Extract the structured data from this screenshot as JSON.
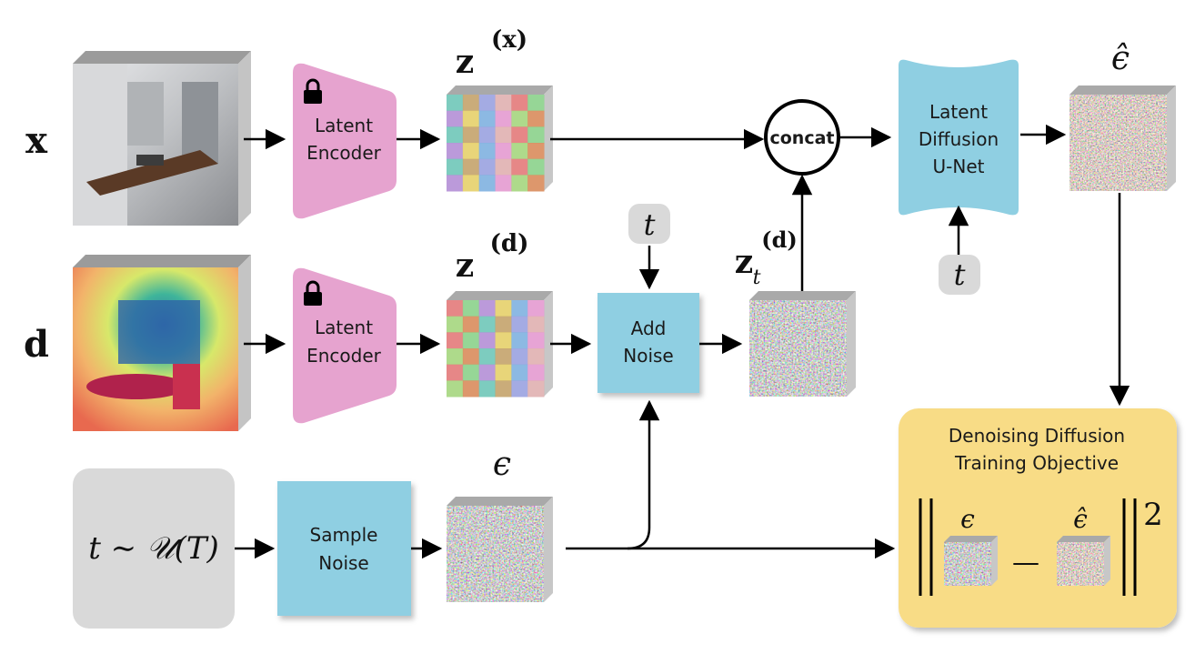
{
  "inputs": {
    "x_symbol": "x",
    "d_symbol": "d"
  },
  "encoder": {
    "line1": "Latent",
    "line2": "Encoder"
  },
  "latents": {
    "zx_base": "z",
    "zx_sup": "(x)",
    "zd_base": "z",
    "zd_sup": "(d)",
    "zt_base": "z",
    "zt_sup": "(d)",
    "zt_sub": "t",
    "eps": "ϵ",
    "eps_hat": "ϵ̂"
  },
  "t_badge": "t",
  "add_noise": {
    "line1": "Add",
    "line2": "Noise"
  },
  "sample_noise": {
    "line1": "Sample",
    "line2": "Noise"
  },
  "t_sample": "t ∼ 𝒰(T)",
  "concat": "concat",
  "unet": {
    "line1": "Latent",
    "line2": "Diffusion",
    "line3": "U-Net"
  },
  "objective": {
    "line1": "Denoising Diffusion",
    "line2": "Training Objective",
    "eps": "ϵ",
    "eps_hat": "ϵ̂",
    "minus": "—",
    "power": "2"
  },
  "colors": {
    "encoder": "#e6a3cf",
    "blue_box": "#8fcfe2",
    "gray_box": "#d9d9d9",
    "objective_fill": "#f8dc86",
    "cube_side": "#c7c7c7",
    "cube_top": "#a9a9a9"
  }
}
